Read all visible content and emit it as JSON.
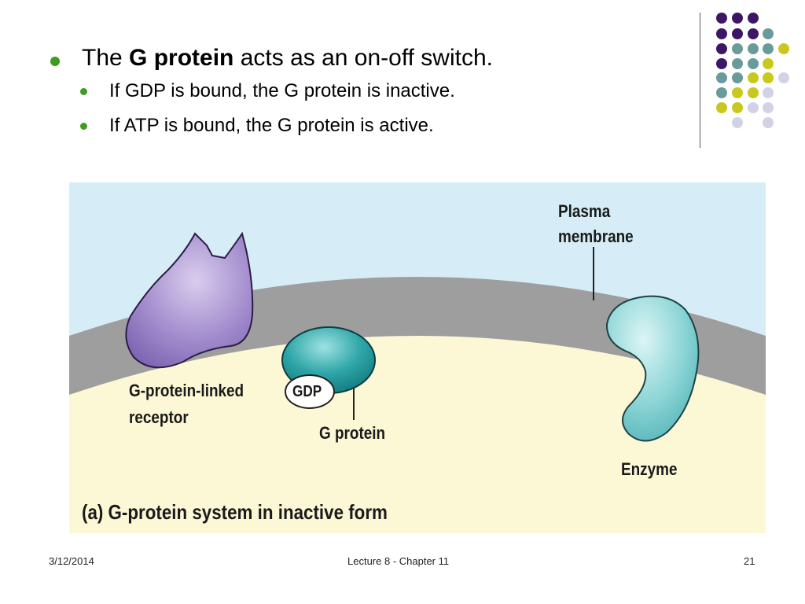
{
  "slide": {
    "bullet1": {
      "pre": "The ",
      "bold": "G protein",
      "post": " acts as an on-off switch."
    },
    "sub_bullets": [
      "If GDP is bound, the G protein is inactive.",
      "If ATP is bound, the G protein is active."
    ]
  },
  "figure": {
    "labels": {
      "plasma_line1": "Plasma",
      "plasma_line2": "membrane",
      "receptor_line1": "G-protein-linked",
      "receptor_line2": "receptor",
      "gdp": "GDP",
      "g_protein": "G protein",
      "enzyme": "Enzyme",
      "caption": "(a) G-protein system in inactive form"
    }
  },
  "footer": {
    "date": "3/12/2014",
    "center": "Lecture 8 - Chapter 11",
    "page": "21"
  },
  "colors": {
    "bullet_green": "#3d9b1e",
    "purple": "#3d1766",
    "teal": "#6a9b9b",
    "yellow": "#c8c81e",
    "lavender": "#d2d2e6"
  }
}
